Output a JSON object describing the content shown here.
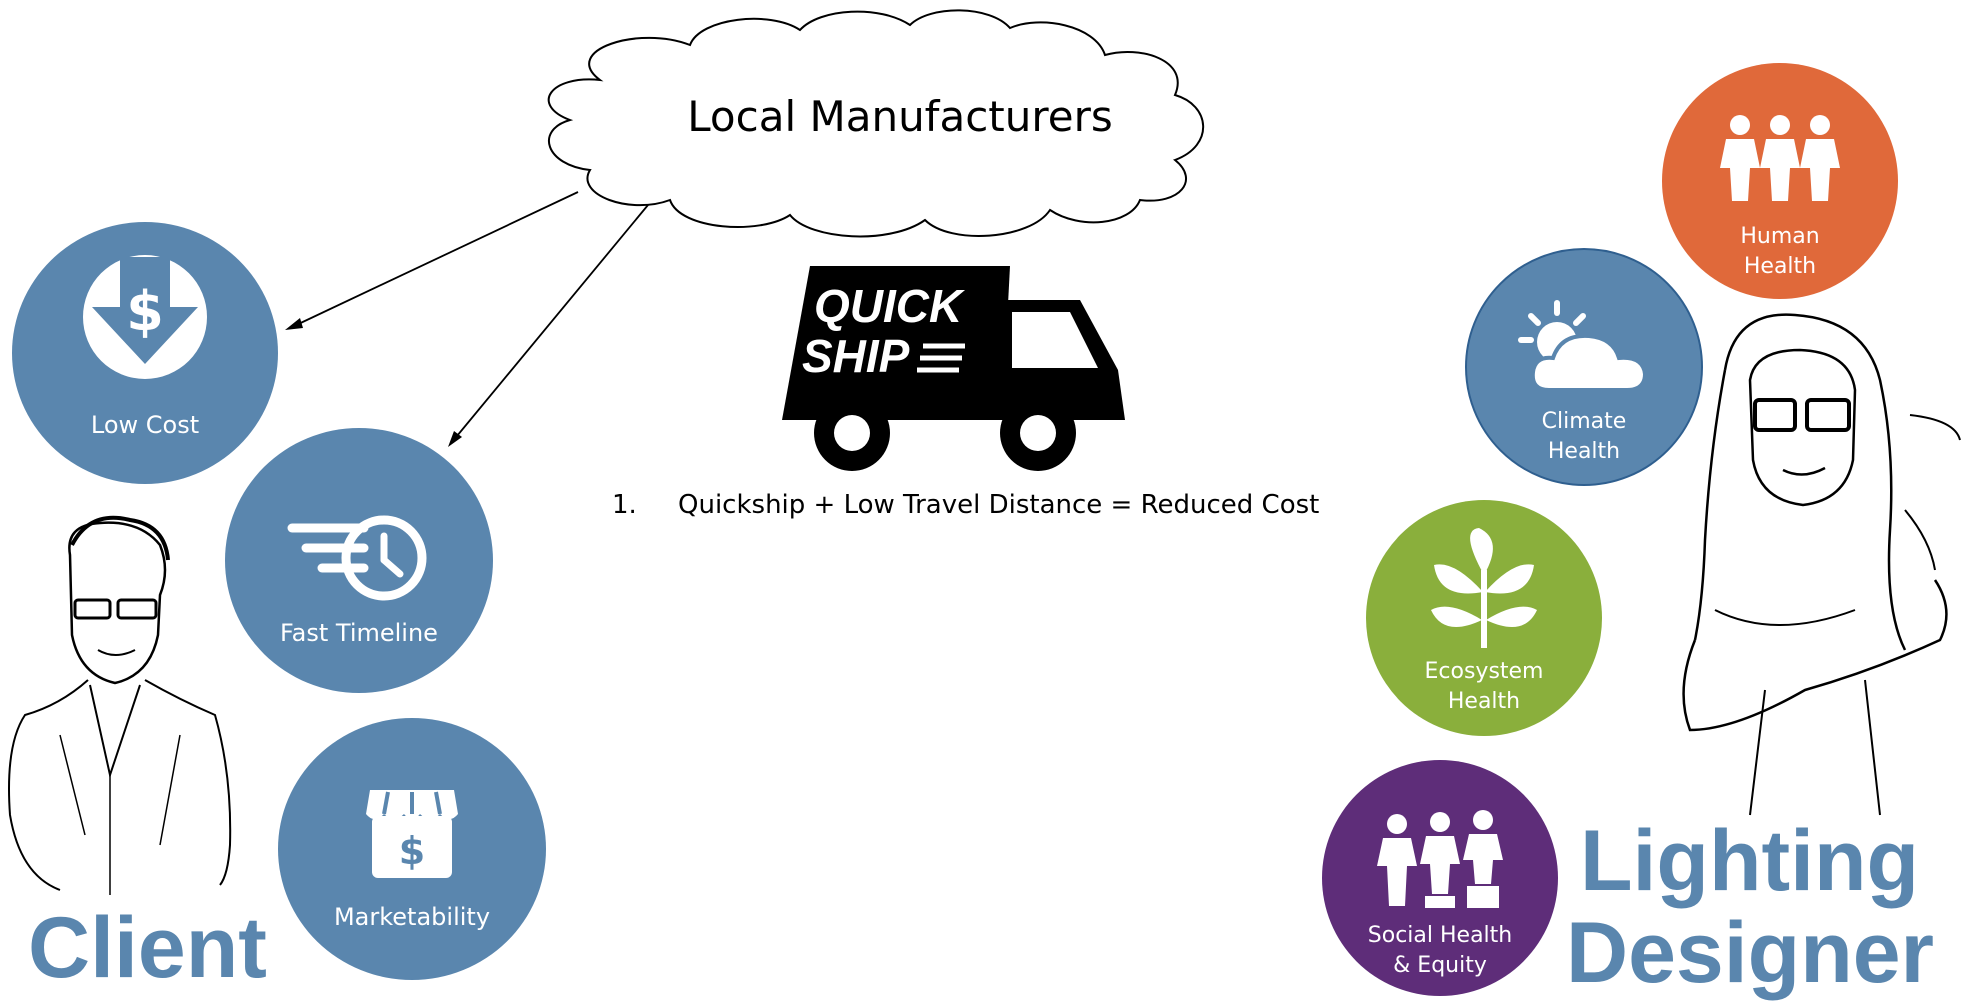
{
  "cloud": {
    "label": "Local Manufacturers"
  },
  "truck": {
    "line1": "QUICK",
    "line2": "SHIP"
  },
  "note": {
    "number": "1.",
    "text": "Quickship + Low Travel Distance = Reduced Cost"
  },
  "client": {
    "title": "Client",
    "circles": [
      {
        "label": "Low Cost",
        "icon": "dollar-down-arrow-icon"
      },
      {
        "label": "Fast Timeline",
        "icon": "fast-clock-icon"
      },
      {
        "label": "Marketability",
        "icon": "storefront-dollar-icon"
      }
    ]
  },
  "designer": {
    "title_line1": "Lighting",
    "title_line2": "Designer",
    "circles": [
      {
        "label_line1": "Human",
        "label_line2": "Health",
        "icon": "people-icon"
      },
      {
        "label_line1": "Climate",
        "label_line2": "Health",
        "icon": "sun-cloud-icon"
      },
      {
        "label_line1": "Ecosystem",
        "label_line2": "Health",
        "icon": "plant-icon"
      },
      {
        "label_line1": "Social Health",
        "label_line2": "& Equity",
        "icon": "people-podium-icon"
      }
    ]
  },
  "colors": {
    "blue": "#5a86ae",
    "orange": "#e0693a",
    "green": "#8aaf3c",
    "purple": "#5e2d79",
    "title_blue": "#5a86ae"
  }
}
